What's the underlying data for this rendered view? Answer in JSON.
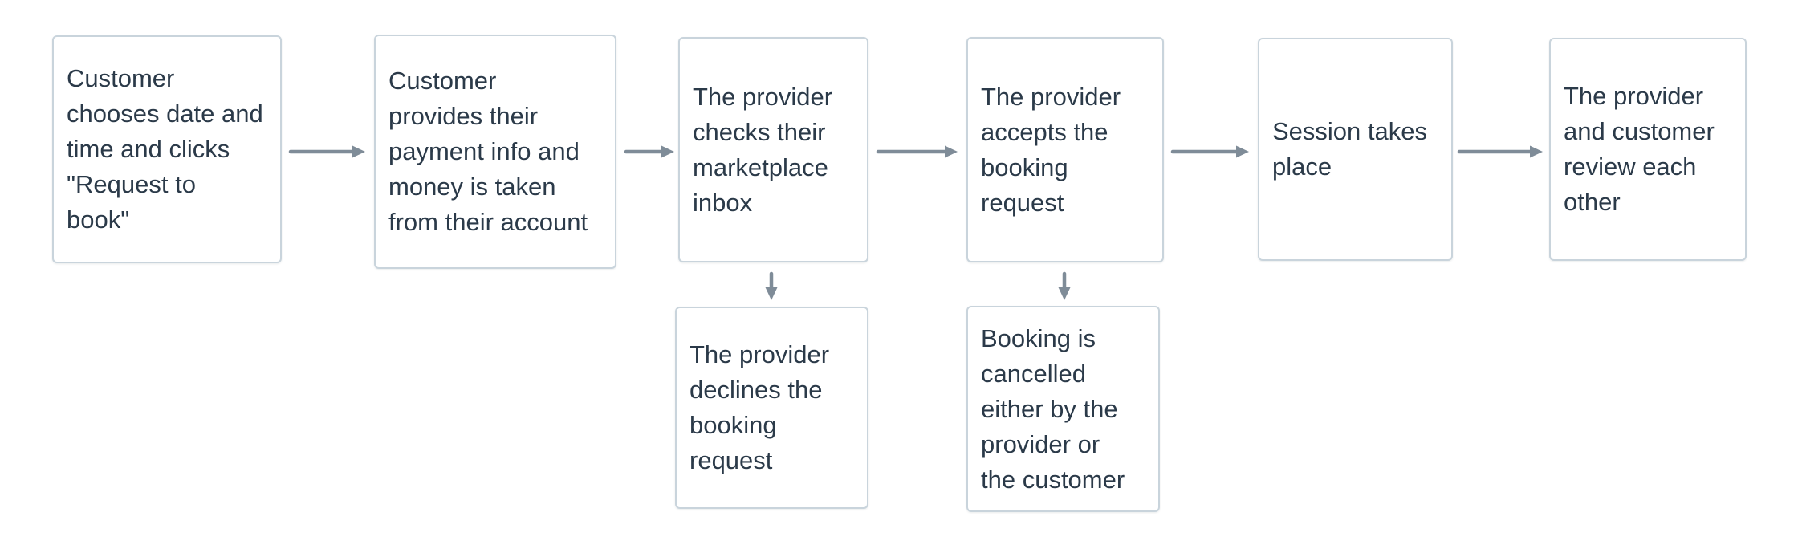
{
  "colors": {
    "page-bg": "#ffffff",
    "box-bg": "#ffffff",
    "box-border": "#c9d4dc",
    "text": "#2b3a49",
    "arrow": "#7f8c98"
  },
  "flow": {
    "nodes": [
      {
        "id": "request-to-book",
        "text": "Customer\nchooses date and\ntime and clicks\n\"Request to\nbook\""
      },
      {
        "id": "payment-info",
        "text": "Customer\nprovides their\npayment info and\nmoney is taken\nfrom their account"
      },
      {
        "id": "check-inbox",
        "text": "The provider\nchecks their\nmarketplace\ninbox"
      },
      {
        "id": "accept-request",
        "text": "The provider\naccepts the\nbooking\nrequest"
      },
      {
        "id": "session",
        "text": "Session takes\nplace"
      },
      {
        "id": "review",
        "text": "The provider\nand customer\nreview each\nother"
      },
      {
        "id": "decline-request",
        "text": "The provider\ndeclines the\nbooking\nrequest"
      },
      {
        "id": "booking-cancelled",
        "text": "Booking is\ncancelled\neither by the\nprovider or\nthe customer"
      }
    ],
    "connections": [
      {
        "from": "request-to-book",
        "to": "payment-info",
        "direction": "right"
      },
      {
        "from": "payment-info",
        "to": "check-inbox",
        "direction": "right"
      },
      {
        "from": "check-inbox",
        "to": "accept-request",
        "direction": "right"
      },
      {
        "from": "accept-request",
        "to": "session",
        "direction": "right"
      },
      {
        "from": "session",
        "to": "review",
        "direction": "right"
      },
      {
        "from": "check-inbox",
        "to": "decline-request",
        "direction": "down"
      },
      {
        "from": "accept-request",
        "to": "booking-cancelled",
        "direction": "down"
      }
    ]
  }
}
